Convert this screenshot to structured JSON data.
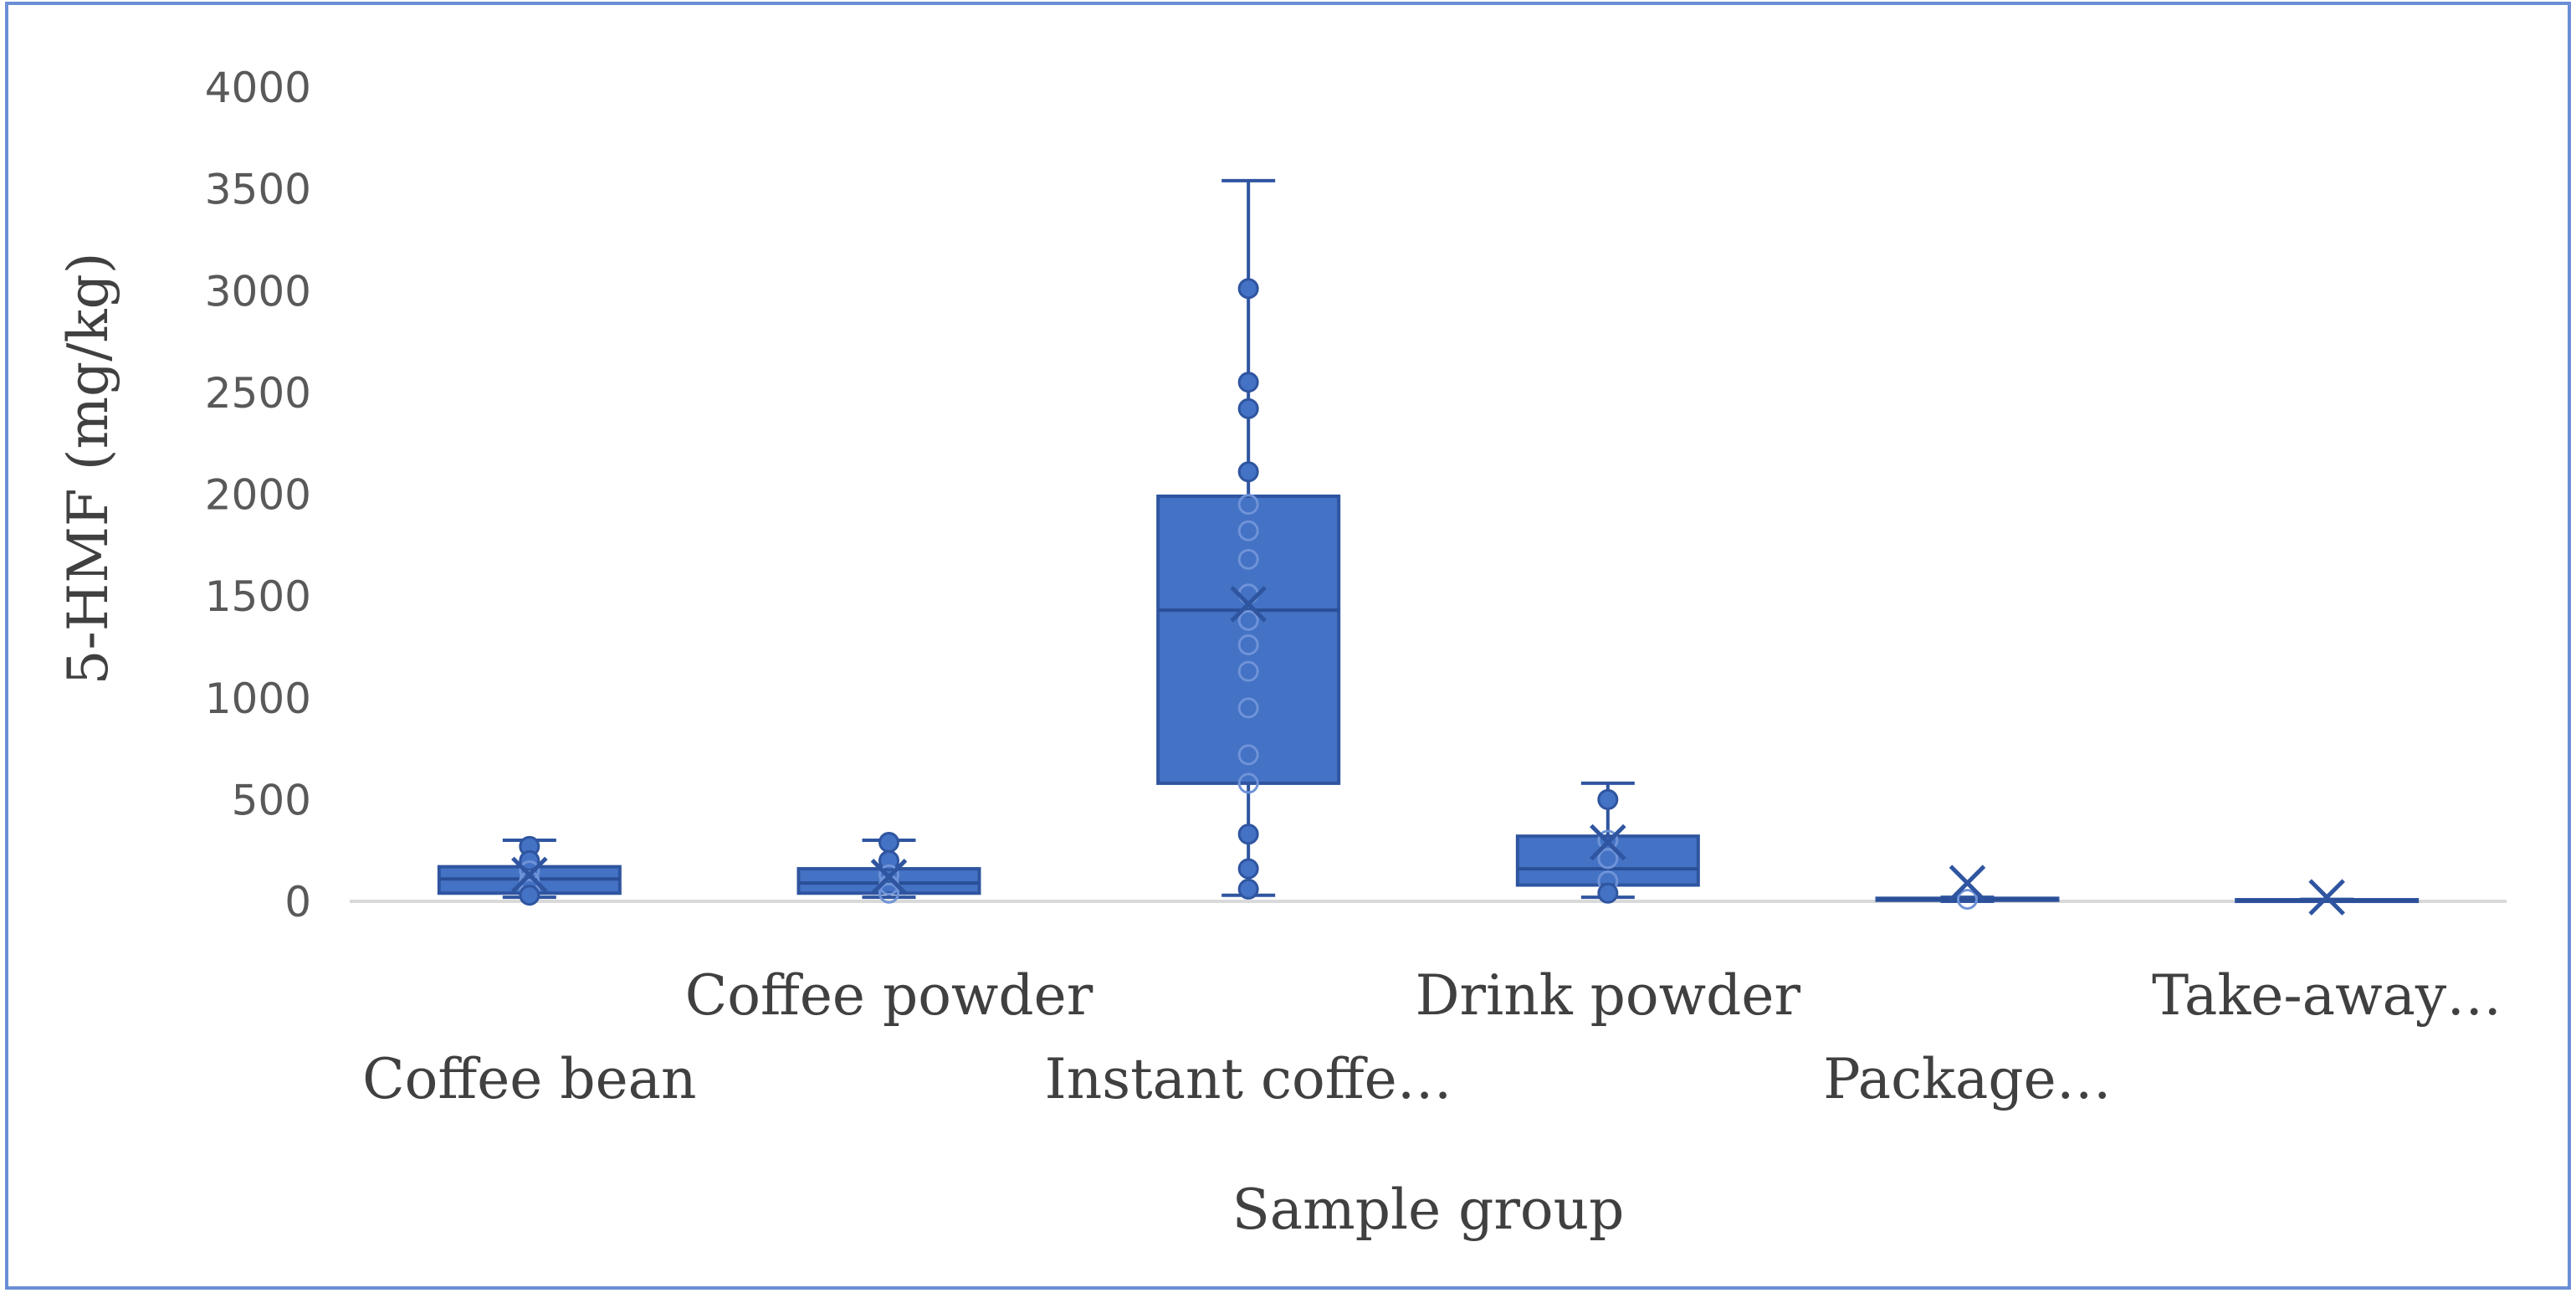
{
  "chart_data": {
    "type": "box",
    "xlabel": "Sample group",
    "ylabel": "5-HMF (mg/kg)",
    "ylim": [
      0,
      4000
    ],
    "yticks": [
      0,
      500,
      1000,
      1500,
      2000,
      2500,
      3000,
      3500,
      4000
    ],
    "grid": false,
    "legend": "none",
    "colors": {
      "box_fill": "#4472c4",
      "box_stroke": "#2f55a0",
      "axis": "#d9d9d9",
      "frame": "#6b8fd6"
    },
    "categories": [
      "Coffee bean",
      "Coffee powder",
      "Instant coffe…",
      "Drink powder",
      "Package…",
      "Take-away…"
    ],
    "boxes": [
      {
        "min": 20,
        "q1": 40,
        "median": 110,
        "q3": 170,
        "max": 300,
        "mean": 130,
        "points": [
          270,
          200,
          150,
          100,
          60,
          30
        ]
      },
      {
        "min": 20,
        "q1": 40,
        "median": 90,
        "q3": 160,
        "max": 300,
        "mean": 120,
        "points": [
          290,
          200,
          130,
          80,
          40
        ]
      },
      {
        "min": 30,
        "q1": 580,
        "median": 1430,
        "q3": 1990,
        "max": 3540,
        "mean": 1460,
        "points": [
          3010,
          2550,
          2420,
          2110,
          1950,
          1820,
          1680,
          1510,
          1380,
          1260,
          1130,
          950,
          720,
          580,
          330,
          160,
          60
        ]
      },
      {
        "min": 20,
        "q1": 80,
        "median": 160,
        "q3": 320,
        "max": 580,
        "mean": 290,
        "points": [
          500,
          300,
          210,
          100,
          40
        ]
      },
      {
        "min": 0,
        "q1": 5,
        "median": 10,
        "q3": 15,
        "max": 20,
        "mean": 90,
        "points": [
          10
        ]
      },
      {
        "min": 0,
        "q1": 3,
        "median": 5,
        "q3": 8,
        "max": 10,
        "mean": 20,
        "points": []
      }
    ]
  }
}
